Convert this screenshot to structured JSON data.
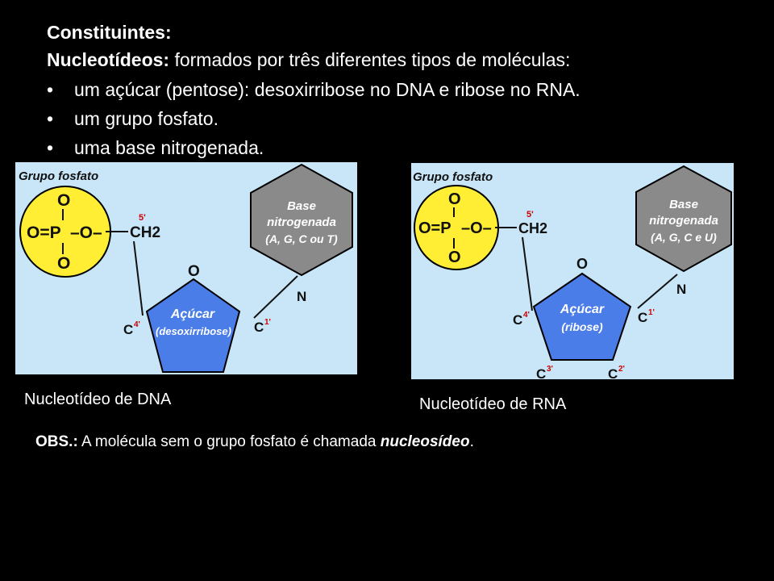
{
  "slide": {
    "title": "Constituintes:",
    "intro_bold": "Nucleotídeos:",
    "intro_rest": " formados por três diferentes tipos de moléculas:",
    "bullet_symbol": "•",
    "bullets": [
      "um açúcar (pentose): desoxirribose no DNA e ribose no RNA.",
      "um grupo fosfato.",
      "uma base nitrogenada."
    ],
    "obs_label": "OBS.:",
    "obs_text": " A molécula sem o grupo fosfato é chamada ",
    "obs_emphasis": "nucleosídeo",
    "obs_end": "."
  },
  "dna": {
    "group_label": "Grupo fosfato",
    "phosphate": {
      "top_o": "O",
      "left_o": "O=P",
      "right_o": "–O–",
      "bottom_o": "O"
    },
    "ch2": "CH2",
    "five_prime": "5'",
    "ring_o": "O",
    "n_label": "N",
    "sugar_title": "Açúcar",
    "sugar_name": "(desoxirribose)",
    "c4": "C",
    "c4_prime": "4'",
    "c1": "C",
    "c1_prime": "1'",
    "base_line1": "Base",
    "base_line2": "nitrogenada",
    "base_line3": "(A, G, C ou T)",
    "caption": "Nucleotídeo de DNA"
  },
  "rna": {
    "group_label": "Grupo fosfato",
    "phosphate": {
      "top_o": "O",
      "left_o": "O=P",
      "right_o": "–O–",
      "bottom_o": "O"
    },
    "ch2": "CH2",
    "five_prime": "5'",
    "ring_o": "O",
    "n_label": "N",
    "sugar_title": "Açúcar",
    "sugar_name": "(ribose)",
    "c4": "C",
    "c4_prime": "4'",
    "c1": "C",
    "c1_prime": "1'",
    "c3": "C",
    "c3_prime": "3'",
    "c2": "C",
    "c2_prime": "2'",
    "base_line1": "Base",
    "base_line2": "nitrogenada",
    "base_line3": "(A, G, C e U)",
    "caption": "Nucleotídeo de RNA"
  },
  "colors": {
    "panel_bg": "#c8e6f8",
    "phosphate_fill": "#ffee33",
    "sugar_fill": "#4a7de8",
    "base_fill": "#8a8a8a",
    "prime_red": "#cc0000"
  }
}
